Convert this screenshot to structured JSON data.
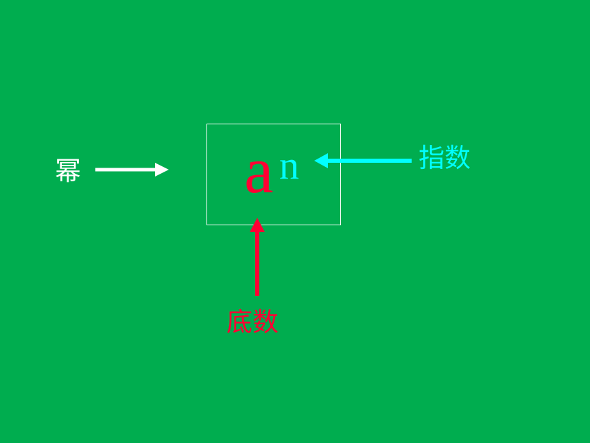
{
  "diagram": {
    "power_label": "幂",
    "exponent_label": "指数",
    "base_label": "底数",
    "base_symbol": "a",
    "exponent_symbol": "n"
  },
  "colors": {
    "background": "#00AD4F",
    "power": "#FFFFFF",
    "exponent": "#00FFFF",
    "base": "#FF0033",
    "box_border": "#FFFFFF"
  }
}
